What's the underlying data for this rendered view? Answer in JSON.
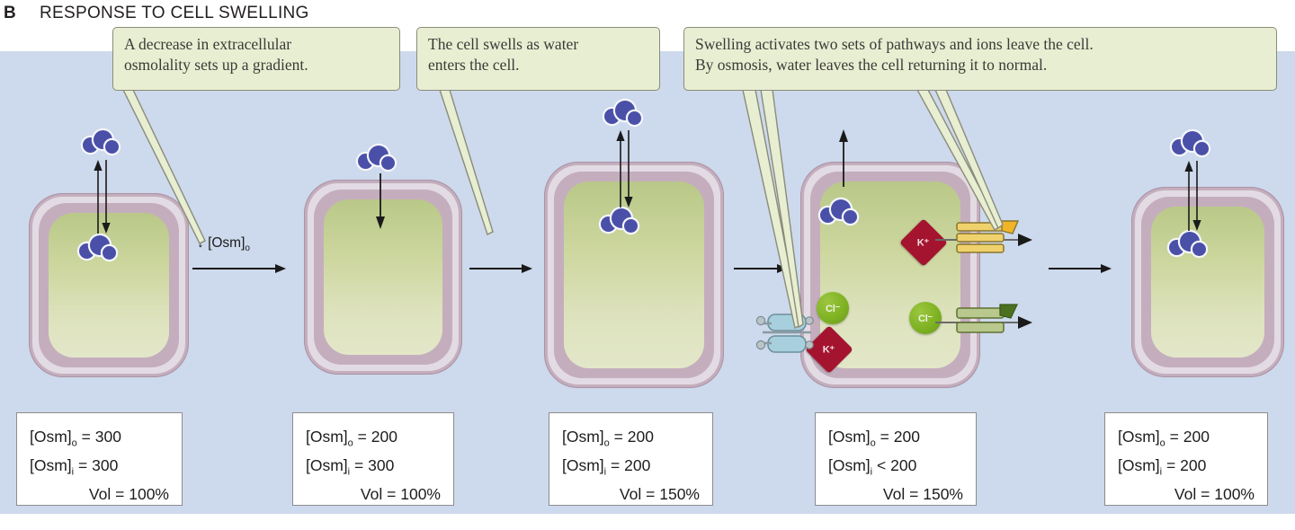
{
  "header": {
    "panel_letter": "B",
    "title": "RESPONSE TO CELL SWELLING"
  },
  "callouts": [
    {
      "id": "callout-osmolality-decrease",
      "lines": [
        "A decrease in extracellular",
        "osmolality sets up a gradient."
      ]
    },
    {
      "id": "callout-cell-swells",
      "lines": [
        "The cell swells as water",
        "enters the cell."
      ]
    },
    {
      "id": "callout-swelling-activates",
      "lines": [
        "Swelling activates two sets of pathways and ions leave the cell.",
        "By osmosis, water leaves the cell returning it to normal."
      ]
    }
  ],
  "transition_note": {
    "arrow": "↓",
    "label": "[Osm]",
    "subscript": "o"
  },
  "stages": [
    {
      "name": "stage-1-baseline",
      "water_flow": "bidirectional",
      "volume_state": "normal",
      "data": {
        "osm_out_label": "[Osm]",
        "osm_out_sub": "o",
        "osm_out_op": "=",
        "osm_out_value": "300",
        "osm_in_label": "[Osm]",
        "osm_in_sub": "i",
        "osm_in_op": "=",
        "osm_in_value": "300",
        "vol_label": "Vol",
        "vol_op": "=",
        "vol_value": "100%"
      }
    },
    {
      "name": "stage-2-gradient",
      "water_flow": "inward",
      "volume_state": "normal",
      "data": {
        "osm_out_label": "[Osm]",
        "osm_out_sub": "o",
        "osm_out_op": "=",
        "osm_out_value": "200",
        "osm_in_label": "[Osm]",
        "osm_in_sub": "i",
        "osm_in_op": "=",
        "osm_in_value": "300",
        "vol_label": "Vol",
        "vol_op": "=",
        "vol_value": "100%"
      }
    },
    {
      "name": "stage-3-swollen",
      "water_flow": "bidirectional",
      "volume_state": "swollen",
      "data": {
        "osm_out_label": "[Osm]",
        "osm_out_sub": "o",
        "osm_out_op": "=",
        "osm_out_value": "200",
        "osm_in_label": "[Osm]",
        "osm_in_sub": "i",
        "osm_in_op": "=",
        "osm_in_value": "200",
        "vol_label": "Vol",
        "vol_op": "=",
        "vol_value": "150%"
      }
    },
    {
      "name": "stage-4-rvd",
      "water_flow": "outward",
      "volume_state": "swollen",
      "data": {
        "osm_out_label": "[Osm]",
        "osm_out_sub": "o",
        "osm_out_op": "=",
        "osm_out_value": "200",
        "osm_in_label": "[Osm]",
        "osm_in_sub": "i",
        "osm_in_op": "<",
        "osm_in_value": "200",
        "vol_label": "Vol",
        "vol_op": "=",
        "vol_value": "150%"
      }
    },
    {
      "name": "stage-5-restored",
      "water_flow": "bidirectional",
      "volume_state": "normal",
      "data": {
        "osm_out_label": "[Osm]",
        "osm_out_sub": "o",
        "osm_out_op": "=",
        "osm_out_value": "200",
        "osm_in_label": "[Osm]",
        "osm_in_sub": "i",
        "osm_in_op": "=",
        "osm_in_value": "200",
        "vol_label": "Vol",
        "vol_op": "=",
        "vol_value": "100%"
      }
    }
  ],
  "ions": {
    "potassium": "K⁺",
    "chloride": "Cl⁻"
  },
  "colors": {
    "extracellular_background": "#cdd9ec",
    "cytosol": "#cdd79f",
    "membrane": "#c4aebd",
    "callout_fill": "#e8eed2",
    "callout_border": "#8a8c78",
    "water": "#4a50a8",
    "potassium_ion": "#a4142f",
    "chloride_ion": "#7fb323",
    "channel_yellow": "#e8c54a",
    "channel_green": "#97ae6c",
    "stretch_channel": "#a8cfdd"
  }
}
